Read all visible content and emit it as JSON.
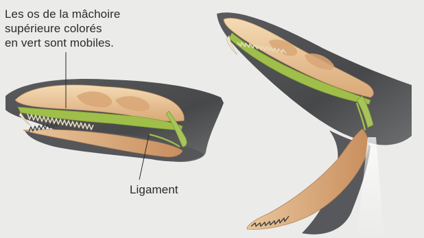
{
  "annotations": {
    "upper_jaw_note": [
      "Les os de la mâchoire",
      "supérieure colorés",
      "en vert sont mobiles."
    ],
    "ligament": "Ligament"
  },
  "colors": {
    "background": "#ebebea",
    "head_silhouette": "#4f5053",
    "bone": "#e2b98c",
    "bone_highlight": "#f2d6ae",
    "mobile_bone_green": "#9fbf4a",
    "ligament_green": "#a8c45a",
    "fang": "#efe6cf",
    "text": "#2a2a2a"
  },
  "views": [
    {
      "name": "closed-mouth-skull"
    },
    {
      "name": "open-mouth-skull"
    }
  ]
}
